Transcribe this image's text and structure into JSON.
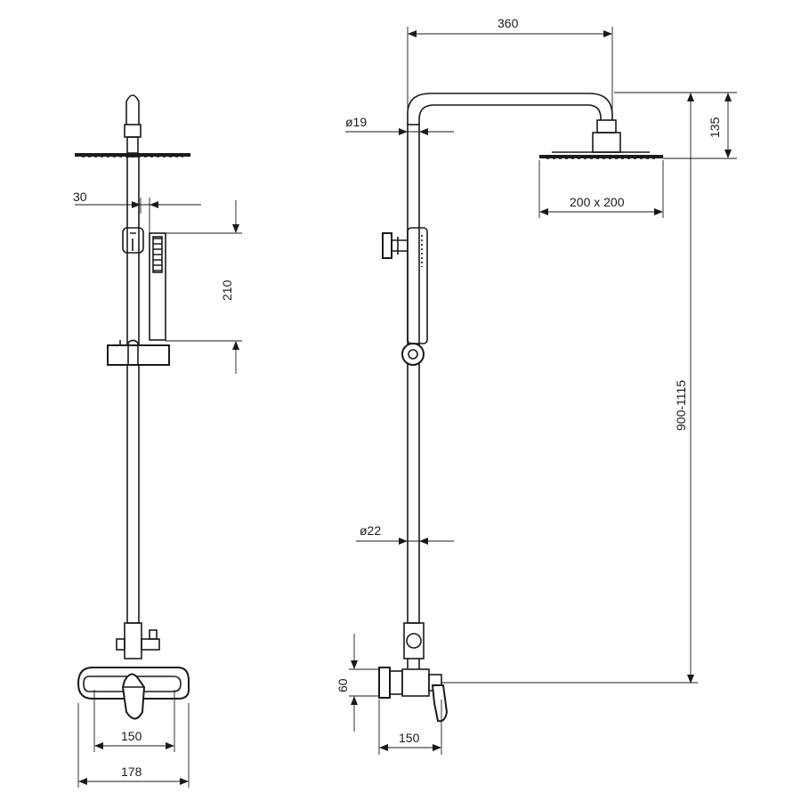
{
  "dimensions": {
    "arm_length": "360",
    "arm_diameter": "ø19",
    "head_drop": "135",
    "head_size": "200 x 200",
    "bar_offset": "30",
    "hand_shower_length": "210",
    "column_height": "900-1115",
    "pipe_diameter": "ø22",
    "inlet_height": "60",
    "inlet_spacing_side": "150",
    "inlet_spacing_front": "150",
    "mixer_width": "178"
  }
}
